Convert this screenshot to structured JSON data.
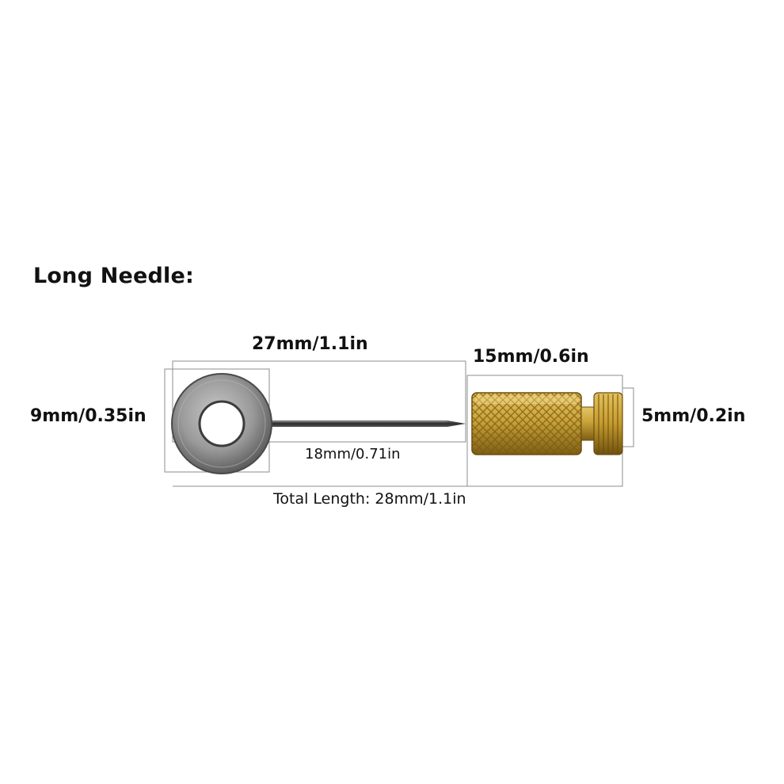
{
  "title": "Long Needle:",
  "dimensions": {
    "washer_to_tip_length": "27mm/1.1in",
    "holder_length": "15mm/0.6in",
    "washer_diameter": "9mm/0.35in",
    "knob_diameter": "5mm/0.2in",
    "needle_length": "18mm/0.71in",
    "total_length": "Total Length: 28mm/1.1in"
  },
  "colors": {
    "washer": "#9a9a9a",
    "needle": "#3a3a3a",
    "brass": "#c9a33a",
    "guide_lines": "#8c8c8c"
  },
  "icons": [
    "washer-part",
    "needle-part",
    "knurled-brass-holder"
  ]
}
